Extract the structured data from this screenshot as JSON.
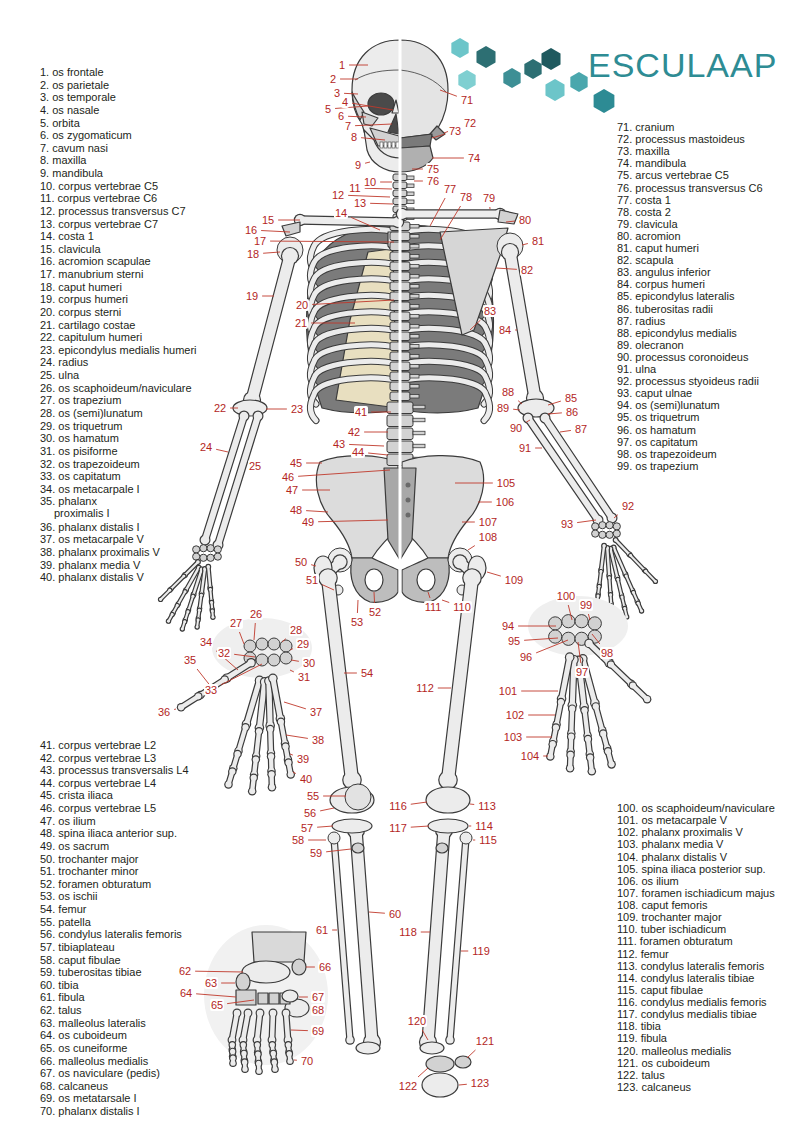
{
  "diagram": {
    "labels": [
      "1. os frontale",
      "2. os parietale",
      "3. os temporale",
      "4. os nasale",
      "5. orbita",
      "6. os zygomaticum",
      "7. cavum nasi",
      "8. maxilla",
      "9. mandibula",
      "10. corpus vertebrae C5",
      "11. corpus vertebrae C6",
      "12. processus transversus C7",
      "13. corpus vertebrae C7",
      "14. costa 1",
      "15. clavicula",
      "16. acromion scapulae",
      "17. manubrium sterni",
      "18. caput humeri",
      "19. corpus humeri",
      "20. corpus sterni",
      "21. cartilago costae",
      "22. capitulum humeri",
      "23. epicondylus medialis humeri",
      "24. radius",
      "25. ulna",
      "26. os scaphoideum/naviculare",
      "27. os trapezium",
      "28. os (semi)lunatum",
      "29. os triquetrum",
      "30. os hamatum",
      "31. os pisiforme",
      "32. os trapezoideum",
      "33. os capitatum",
      "34. os metacarpale I",
      "35. phalanx proximalis I",
      "36. phalanx distalis I",
      "37. os metacarpale V",
      "38. phalanx proximalis V",
      "39. phalanx media V",
      "40. phalanx distalis V",
      "41. corpus vertebrae L2",
      "42. corpus vertebrae L3",
      "43. processus transversalis L4",
      "44. corpus vertebrae L4",
      "45. crista iliaca",
      "46. corpus vertebrae L5",
      "47. os ilium",
      "48. spina iliaca anterior sup.",
      "49. os sacrum",
      "50. trochanter major",
      "51. trochanter minor",
      "52. foramen obturatum",
      "53. os ischii",
      "54. femur",
      "55. patella",
      "56. condylus lateralis femoris",
      "57. tibiaplateau",
      "58. caput fibulae",
      "59. tuberositas tibiae",
      "60. tibia",
      "61. fibula",
      "62. talus",
      "63. malleolus lateralis",
      "64. os cuboideum",
      "65. os cuneiforme",
      "66. malleolus medialis",
      "67. os naviculare (pedis)",
      "68. calcaneus",
      "69. os metatarsale I",
      "70. phalanx distalis I",
      "71. cranium",
      "72. processus mastoideus",
      "73. maxilla",
      "74. mandibula",
      "75. arcus vertebrae C5",
      "76. processus transversus C6",
      "77. costa 1",
      "78. costa 2",
      "79. clavicula",
      "80. acromion",
      "81. caput humeri",
      "82. scapula",
      "83. angulus inferior",
      "84. corpus humeri",
      "85. epicondylus lateralis",
      "86. tuberositas radii",
      "87. radius",
      "88. epicondylus medialis",
      "89. olecranon",
      "90. processus coronoideus",
      "91. ulna",
      "92. processus styoideus radii",
      "93. caput ulnae",
      "94. os (semi)lunatum",
      "95. os triquetrum",
      "96. os hamatum",
      "97. os capitatum",
      "98. os trapezoideum",
      "99. os trapezium",
      "100. os scaphoideum/naviculare",
      "101. os metacarpale V",
      "102. phalanx proximalis V",
      "103. phalanx media V",
      "104. phalanx distalis V",
      "105. spina iliaca posterior sup.",
      "106. os ilium",
      "107. foramen ischiadicum majus",
      "108. caput femoris",
      "109. trochanter major",
      "110. tuber ischiadicum",
      "111. foramen obturatum",
      "112. femur",
      "113. condylus lateralis femoris",
      "114. condylus lateralis tibiae",
      "115. caput fibulae",
      "116. condylus medialis femoris",
      "117. condylus medialis tibiae",
      "118. tibia",
      "119. fibula",
      "120. malleolus medialis",
      "121. os cuboideum",
      "122. talus",
      "123. calcaneus",
      "1",
      "2",
      "3",
      "4",
      "5",
      "6",
      "7",
      "8",
      "9",
      "10",
      "11",
      "12",
      "13",
      "14",
      "15",
      "16",
      "17",
      "18",
      "19",
      "20",
      "21",
      "22",
      "23",
      "24",
      "25",
      "26",
      "27",
      "28",
      "29",
      "30",
      "31",
      "32",
      "33",
      "34",
      "35",
      "36",
      "37",
      "38",
      "39",
      "40",
      "41",
      "42",
      "43",
      "44",
      "45",
      "46",
      "47",
      "48",
      "49",
      "50",
      "51",
      "52",
      "53",
      "54",
      "55",
      "56",
      "57",
      "58",
      "59",
      "60",
      "61",
      "62",
      "63",
      "64",
      "65",
      "66",
      "67",
      "68",
      "69",
      "70",
      "71",
      "72",
      "73",
      "74",
      "75",
      "76",
      "77",
      "78",
      "79",
      "80",
      "81",
      "82",
      "83",
      "84",
      "85",
      "86",
      "87",
      "88",
      "89",
      "90",
      "91",
      "92",
      "93",
      "94",
      "95",
      "96",
      "97",
      "98",
      "99",
      "100",
      "101",
      "102",
      "103",
      "104",
      "105",
      "106",
      "107",
      "108",
      "109",
      "110",
      "111",
      "112",
      "113",
      "114",
      "115",
      "116",
      "117",
      "118",
      "119",
      "120",
      "121",
      "122",
      "123",
      "ESCULAAP"
    ]
  }
}
